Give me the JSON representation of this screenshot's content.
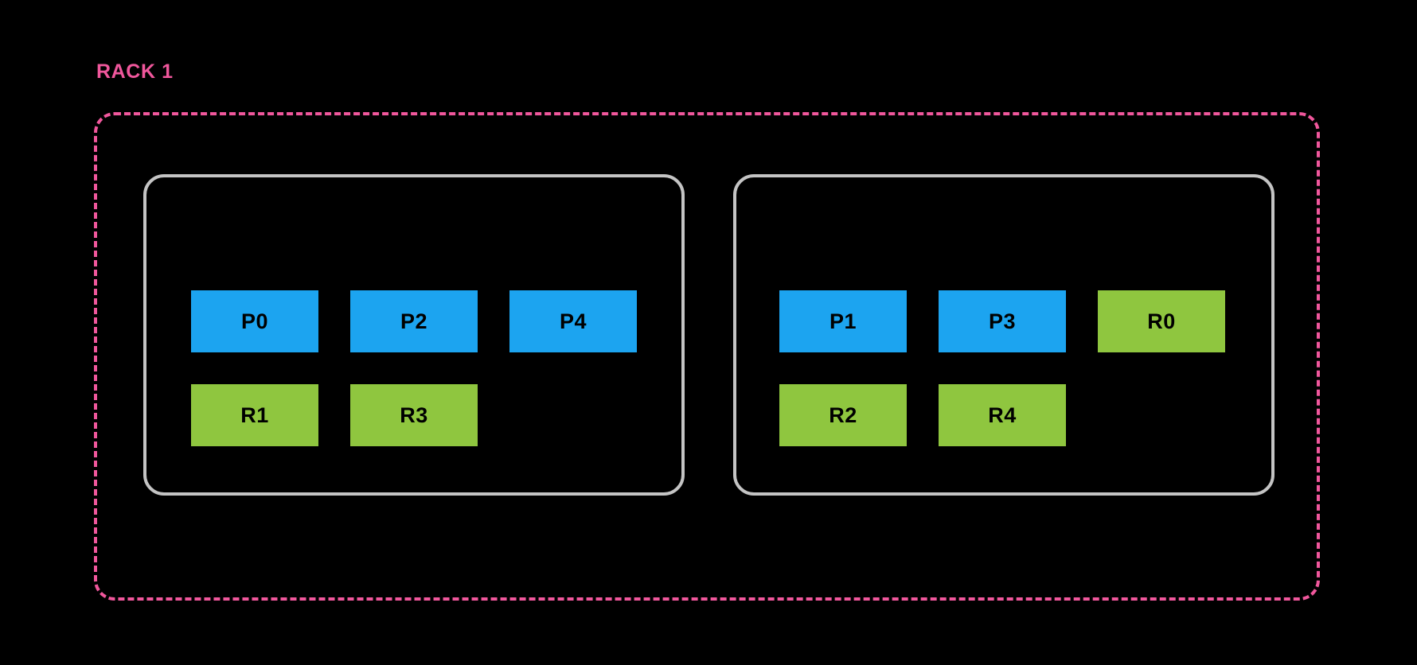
{
  "diagram": {
    "title": "RACK 1",
    "background_color": "#000000",
    "rack_border_color": "#F0579C",
    "rack_border_style": "dashed",
    "host_border_color": "#C4C4C4",
    "partition_color": "#1CA4F0",
    "replica_color": "#8FC63F",
    "block_text_color": "#000000"
  },
  "rack": {
    "label": "RACK 1",
    "hosts": [
      {
        "id": "host-0",
        "rows": [
          {
            "blocks": [
              {
                "label": "P0",
                "kind": "partition"
              },
              {
                "label": "P2",
                "kind": "partition"
              },
              {
                "label": "P4",
                "kind": "partition"
              }
            ]
          },
          {
            "blocks": [
              {
                "label": "R1",
                "kind": "replica"
              },
              {
                "label": "R3",
                "kind": "replica"
              }
            ]
          }
        ]
      },
      {
        "id": "host-1",
        "rows": [
          {
            "blocks": [
              {
                "label": "P1",
                "kind": "partition"
              },
              {
                "label": "P3",
                "kind": "partition"
              },
              {
                "label": "R0",
                "kind": "replica"
              }
            ]
          },
          {
            "blocks": [
              {
                "label": "R2",
                "kind": "replica"
              },
              {
                "label": "R4",
                "kind": "replica"
              }
            ]
          }
        ]
      }
    ]
  }
}
